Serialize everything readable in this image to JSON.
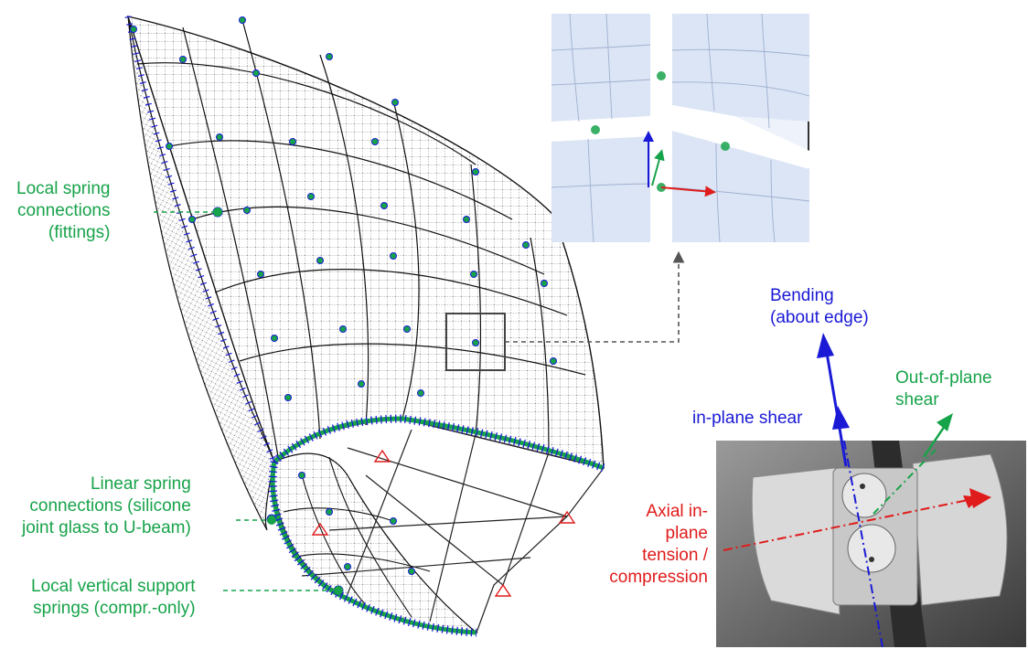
{
  "colors": {
    "green": "#17a34a",
    "blue": "#1a1ad6",
    "red": "#e01b1b",
    "mesh": "#1a1a1a"
  },
  "labels": {
    "local_spring": [
      "Local spring",
      "connections",
      "(fittings)"
    ],
    "linear_spring": [
      "Linear spring",
      "connections (silicone",
      "joint glass to U-beam)"
    ],
    "vertical_support": [
      "Local vertical support",
      "springs (compr.-only)"
    ],
    "bending": [
      "Bending",
      "(about edge)"
    ],
    "in_plane_shear": [
      "in-plane shear"
    ],
    "out_of_plane_shear": [
      "Out-of-plane",
      "shear"
    ],
    "axial": [
      "Axial in-",
      "plane",
      "tension /",
      "compression"
    ]
  },
  "icons": {
    "detail_box": "zoom-detail-box",
    "support": "triangle-support-icon",
    "spring_node": "green-node-icon"
  }
}
